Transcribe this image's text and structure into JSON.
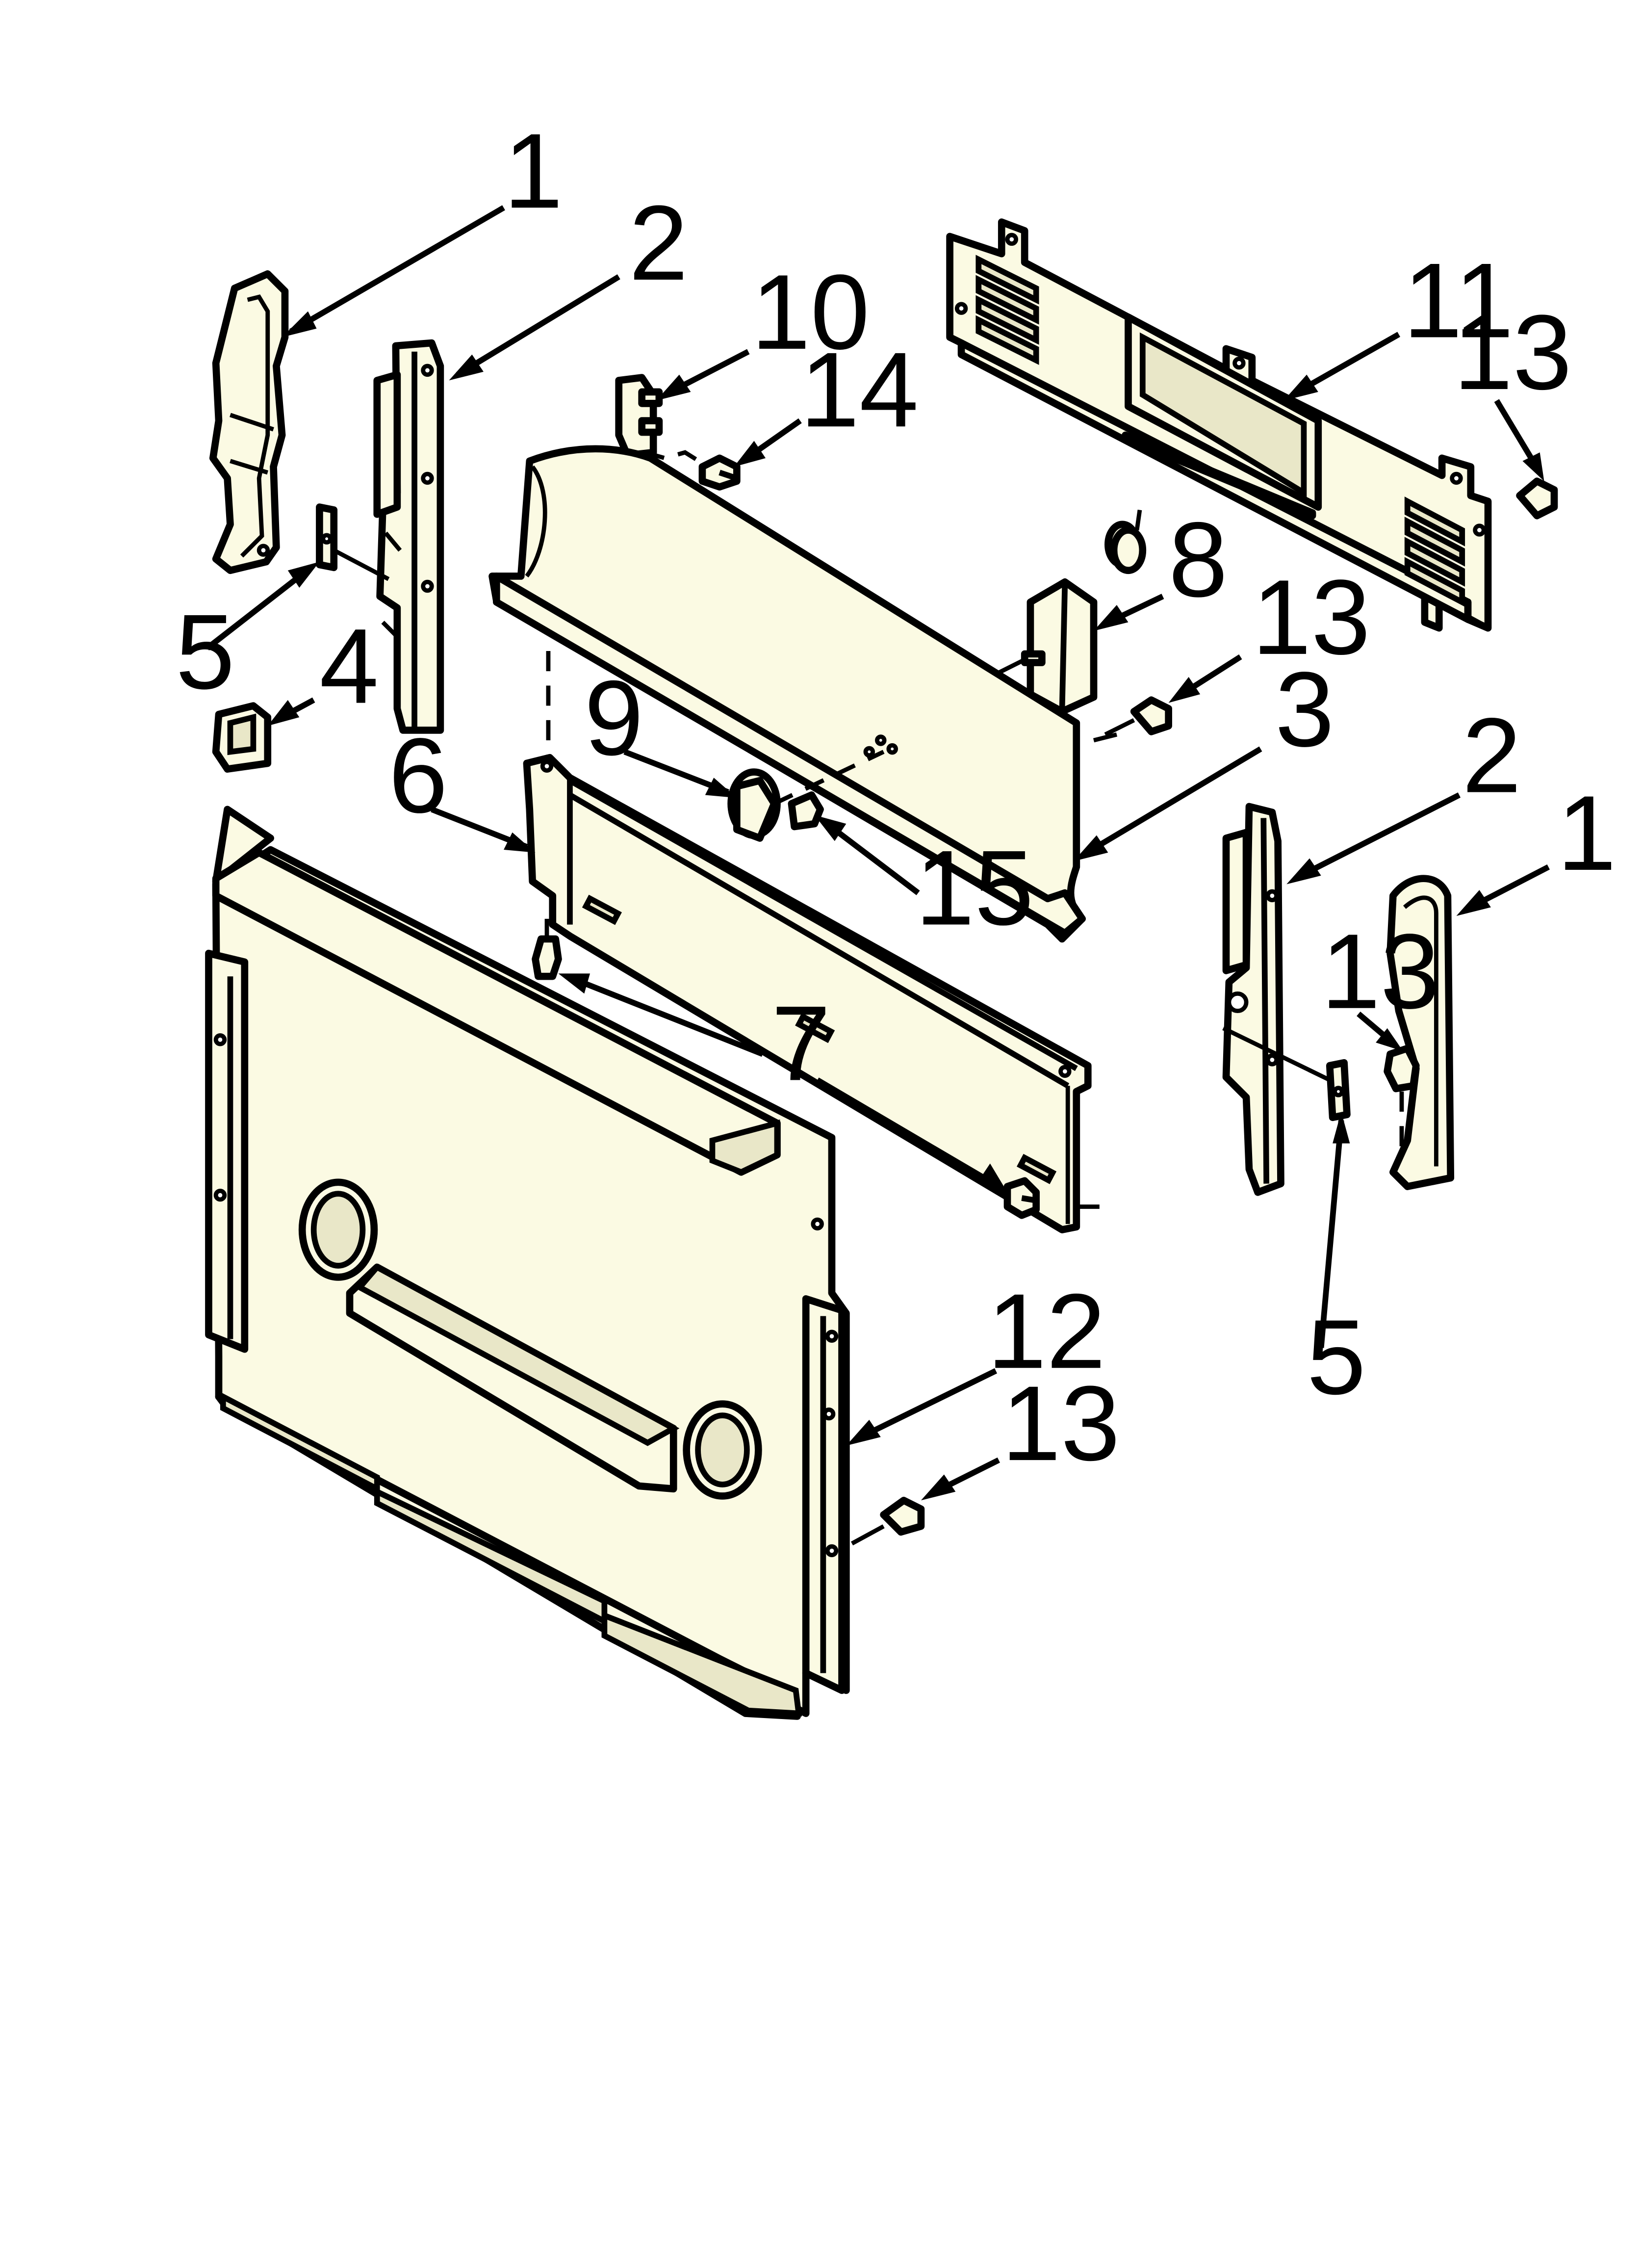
{
  "callouts": [
    {
      "id": "c1_left",
      "label": "1"
    },
    {
      "id": "c2_left",
      "label": "2"
    },
    {
      "id": "c10",
      "label": "10"
    },
    {
      "id": "c14",
      "label": "14"
    },
    {
      "id": "c11",
      "label": "11"
    },
    {
      "id": "c13_top",
      "label": "13"
    },
    {
      "id": "c8",
      "label": "8"
    },
    {
      "id": "c13_mid",
      "label": "13"
    },
    {
      "id": "c5_left",
      "label": "5"
    },
    {
      "id": "c4",
      "label": "4"
    },
    {
      "id": "c9",
      "label": "9"
    },
    {
      "id": "c3",
      "label": "3"
    },
    {
      "id": "c6",
      "label": "6"
    },
    {
      "id": "c2_right",
      "label": "2"
    },
    {
      "id": "c1_right",
      "label": "1"
    },
    {
      "id": "c15",
      "label": "15"
    },
    {
      "id": "c13_right",
      "label": "13"
    },
    {
      "id": "c7",
      "label": "7"
    },
    {
      "id": "c12",
      "label": "12"
    },
    {
      "id": "c13_bottom",
      "label": "13"
    },
    {
      "id": "c5_right",
      "label": "5"
    }
  ]
}
